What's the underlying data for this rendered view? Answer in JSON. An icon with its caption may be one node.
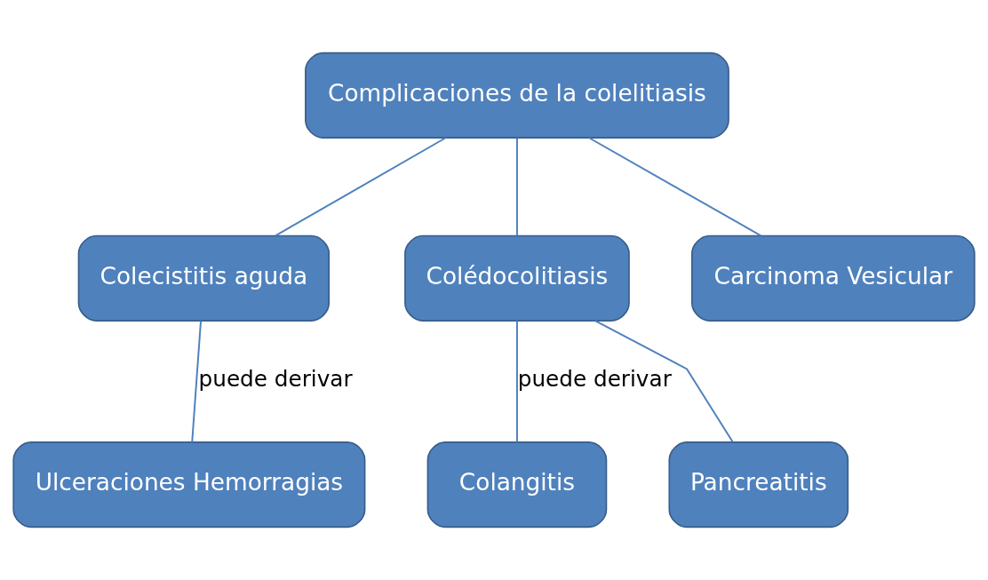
{
  "diagram": {
    "nodes": [
      {
        "text": [
          "Complicaciones de la colelitiasis"
        ]
      },
      {
        "text": [
          "Colecistitis aguda"
        ]
      },
      {
        "text": [
          "Colédocolitiasis"
        ]
      },
      {
        "text": [
          "Carcinoma Vesicular"
        ]
      },
      {
        "text": [
          "Ulceraciones Hemorragias"
        ]
      },
      {
        "text": [
          "Colangitis"
        ]
      },
      {
        "text": [
          "Pancreatitis"
        ]
      }
    ],
    "edges": [
      {
        "from": 0,
        "to": 1,
        "arrow": "none"
      },
      {
        "from": 0,
        "to": 2,
        "arrow": "none"
      },
      {
        "from": 0,
        "to": 3,
        "arrow": "none"
      },
      {
        "from": 1,
        "to": 4,
        "arrow": "none",
        "label": "puede derivar"
      },
      {
        "from": 2,
        "to": 5,
        "arrow": "none",
        "label": "puede derivar"
      },
      {
        "from": 2,
        "to": 6,
        "arrow": "none"
      }
    ]
  }
}
